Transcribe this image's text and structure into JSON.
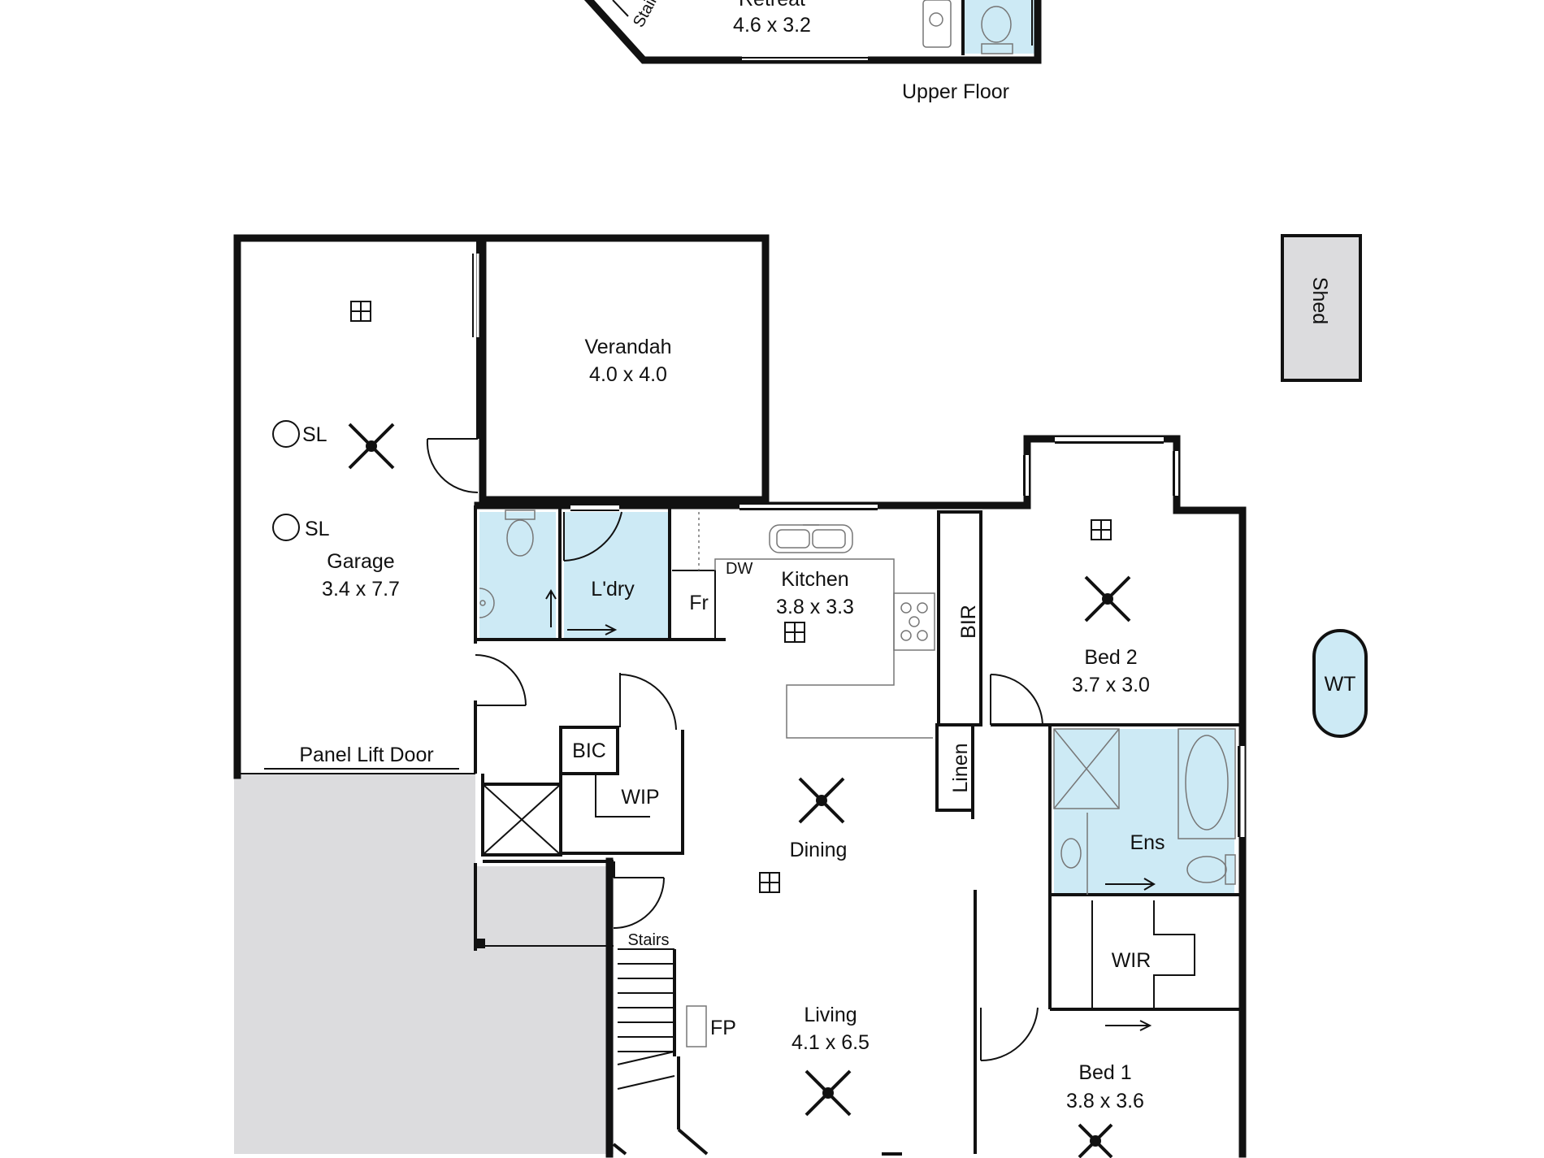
{
  "colors": {
    "wall": "#111111",
    "wet_area": "#cdeaf5",
    "outdoor_area": "#dcdcde",
    "background": "#ffffff"
  },
  "upper": {
    "room_name": "Retreat",
    "room_size": "4.6 x 3.2",
    "stairs_label": "Stairs",
    "floor_label": "Upper Floor"
  },
  "ground": {
    "garage": {
      "name": "Garage",
      "size": "3.4 x 7.7"
    },
    "verandah": {
      "name": "Verandah",
      "size": "4.0 x 4.0"
    },
    "laundry": {
      "name": "L'dry"
    },
    "kitchen": {
      "name": "Kitchen",
      "size": "3.8 x 3.3"
    },
    "bed2": {
      "name": "Bed 2",
      "size": "3.7 x 3.0"
    },
    "bed1": {
      "name": "Bed 1",
      "size": "3.8 x 3.6"
    },
    "living": {
      "name": "Living",
      "size": "4.1 x 6.5"
    },
    "dining": {
      "name": "Dining"
    },
    "ensuite": {
      "name": "Ens"
    },
    "labels": {
      "sl": "SL",
      "panel_lift_door": "Panel Lift Door",
      "dw": "DW",
      "fridge": "Fr",
      "bir": "BIR",
      "linen": "Linen",
      "bic": "BIC",
      "wip": "WIP",
      "wir": "WIR",
      "stairs": "Stairs",
      "fp": "FP",
      "shed": "Shed",
      "wt": "WT"
    }
  }
}
